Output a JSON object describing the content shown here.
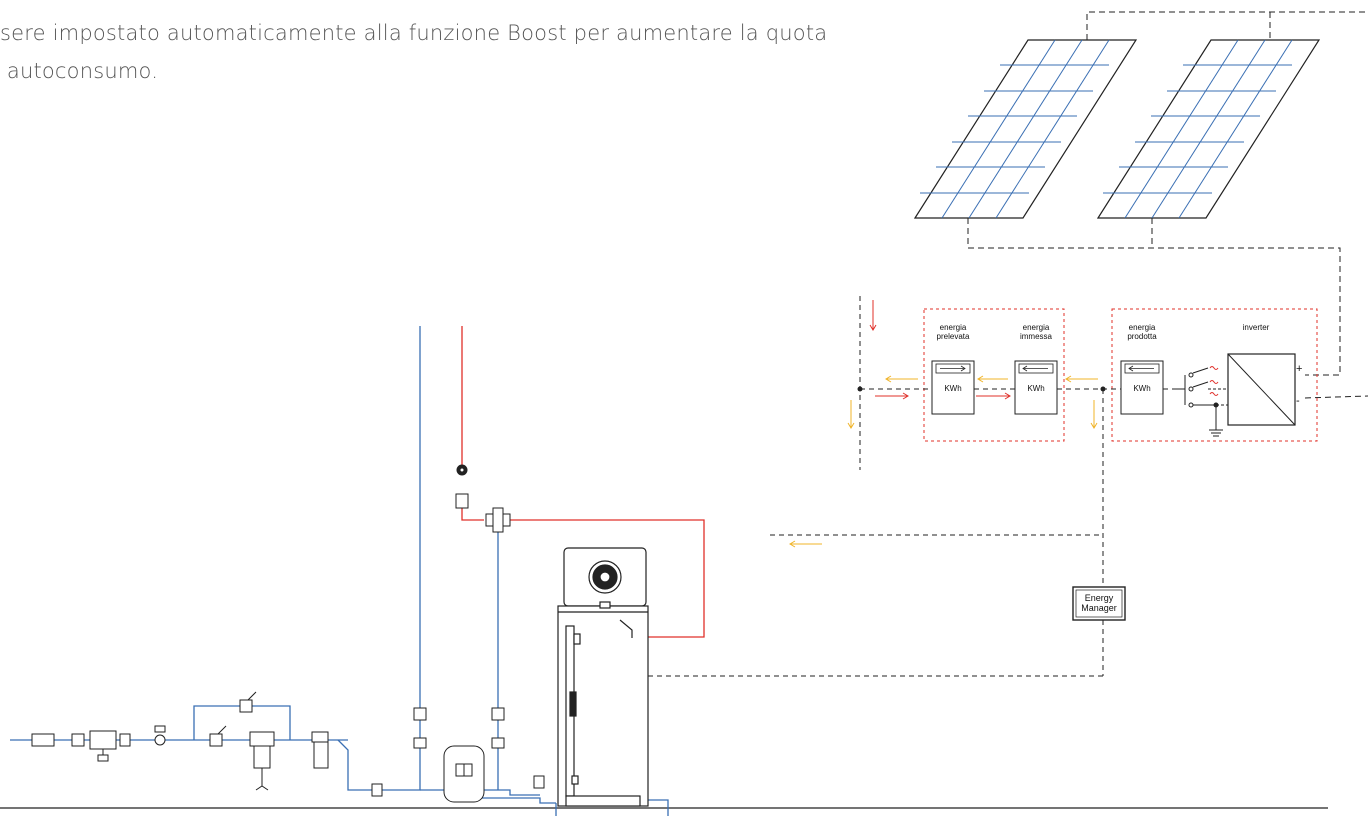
{
  "intro": {
    "line1": "sere impostato automaticamente alla funzione Boost per aumentare la quota",
    "line2": " autoconsumo."
  },
  "meters": {
    "withdrawn": {
      "label_line1": "energia",
      "label_line2": "prelevata",
      "unit": "KWh"
    },
    "injected": {
      "label_line1": "energia",
      "label_line2": "immessa",
      "unit": "KWh"
    },
    "produced": {
      "label_line1": "energia",
      "label_line2": "prodotta",
      "unit": "KWh"
    }
  },
  "inverter": {
    "label": "inverter",
    "plus": "+",
    "minus": "-"
  },
  "energy_manager": {
    "line1": "Energy",
    "line2": "Manager"
  },
  "colors": {
    "cold_water": "#3a6fb3",
    "hot_water": "#e0302a",
    "solar_flow": "#f0b429",
    "grid_flow": "#e0302a",
    "dashed_box": "#e0302a",
    "panel_grid": "#3a6fb3"
  }
}
